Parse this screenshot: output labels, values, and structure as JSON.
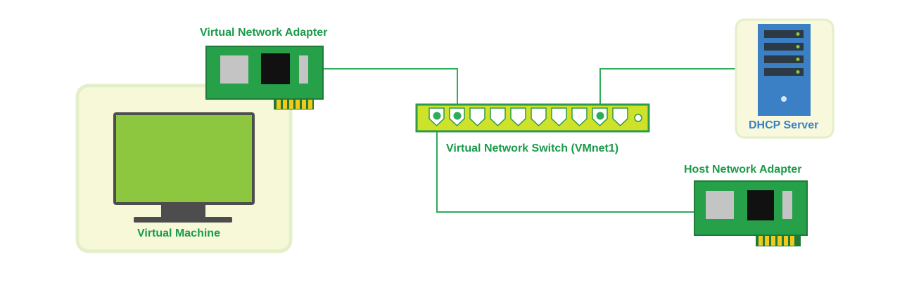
{
  "labels": {
    "virtual_adapter": "Virtual Network Adapter",
    "virtual_machine": "Virtual Machine",
    "switch": "Virtual Network Switch (VMnet1)",
    "host_adapter": "Host Network Adapter",
    "dhcp_server": "DHCP Server"
  },
  "colors": {
    "text_green": "#1a9a4a",
    "text_blue": "#3b7fc4",
    "card_green": "#27a04a",
    "card_dark_green": "#1e7a37",
    "chip_gray": "#c4c4c4",
    "chip_black": "#111111",
    "pins_yellow": "#f2c81b",
    "vm_panel_fill": "#f6f8d8",
    "vm_panel_border": "#e3efc9",
    "monitor_screen": "#8dc63f",
    "monitor_frame": "#4d4d4d",
    "switch_fill": "#cfe22a",
    "switch_border": "#2e9a48",
    "server_panel_fill": "#f8f9dc",
    "server_body": "#3b7fc4",
    "server_bay": "#2d3a45",
    "server_led": "#8dc63f",
    "line_green": "#2eac5a"
  },
  "icons": {
    "virtual_adapter": "network-card-icon",
    "host_adapter": "network-card-icon",
    "virtual_machine": "monitor-icon",
    "switch": "network-switch-icon",
    "dhcp_server": "server-tower-icon"
  },
  "switch": {
    "port_count": 10,
    "connected_ports": [
      1,
      2,
      9
    ]
  }
}
